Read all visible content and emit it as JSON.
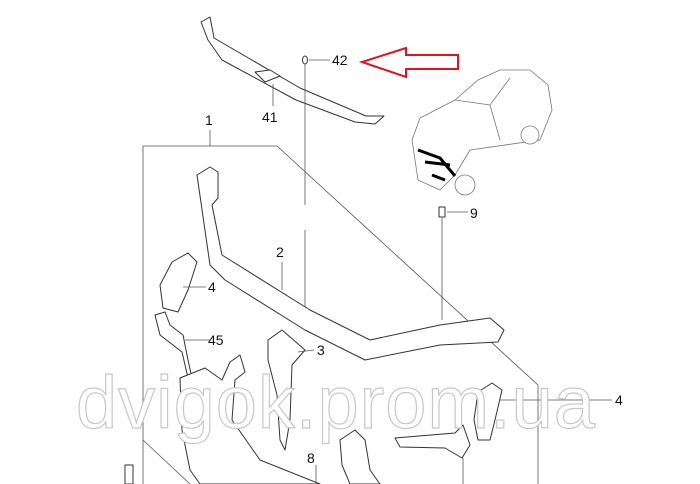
{
  "diagram": {
    "callouts": {
      "c42": "42",
      "c41": "41",
      "c1": "1",
      "c9": "9",
      "c2": "2",
      "c4a": "4",
      "c45": "45",
      "c3": "3",
      "c4b": "4",
      "c8": "8"
    },
    "watermark": "dvigok.prom.ua",
    "colors": {
      "arrow": "#e0141e",
      "line": "#333333",
      "highlight": "#000000"
    },
    "icons": [
      "red-arrow-icon",
      "car-location-icon"
    ]
  }
}
